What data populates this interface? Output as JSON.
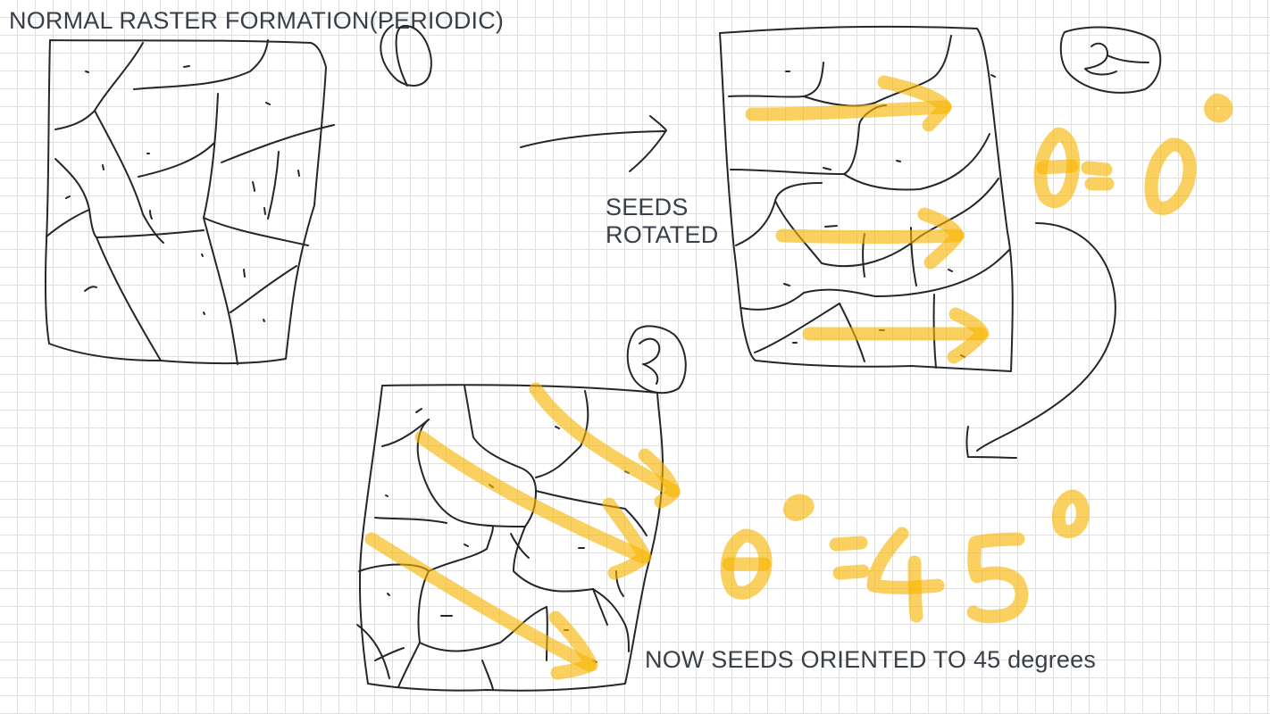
{
  "labels": {
    "title": "NORMAL RASTER FORMATION(PERIODIC)",
    "seeds_rotated": "SEEDS ROTATED",
    "oriented": "NOW SEEDS ORIENTED TO 45 degrees"
  },
  "panels": {
    "panel_1": {
      "marker": "1"
    },
    "panel_2": {
      "marker": "2",
      "angle": "θ = 0°"
    },
    "panel_3": {
      "marker": "3",
      "angle": "θ = 45°"
    }
  },
  "colors": {
    "ink": "#23262b",
    "highlight": "#f7b500",
    "grid": "#d6e2ee",
    "text": "#3a3f47"
  }
}
